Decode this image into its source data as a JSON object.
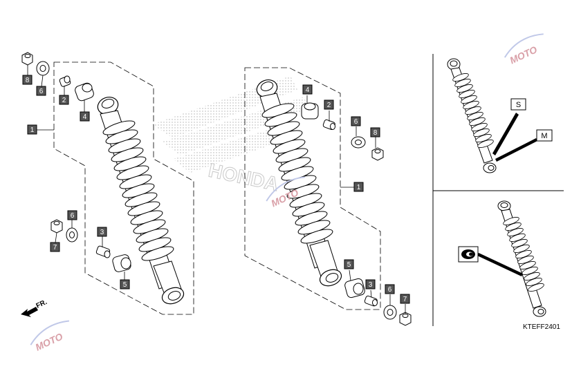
{
  "diagram": {
    "code": "KTEFF2401",
    "direction_label": "FR.",
    "callouts": {
      "1": "1",
      "2": "2",
      "3": "3",
      "4": "4",
      "5": "5",
      "6": "6",
      "7": "7",
      "8": "8"
    },
    "legend": {
      "s": "S",
      "m": "M"
    },
    "watermark": "MOTO",
    "brand_mark": "HONDA",
    "colors": {
      "callout_box": "#555555",
      "line": "#000000",
      "watermark": "#d9a0a8",
      "panel_border": "#000000"
    }
  }
}
